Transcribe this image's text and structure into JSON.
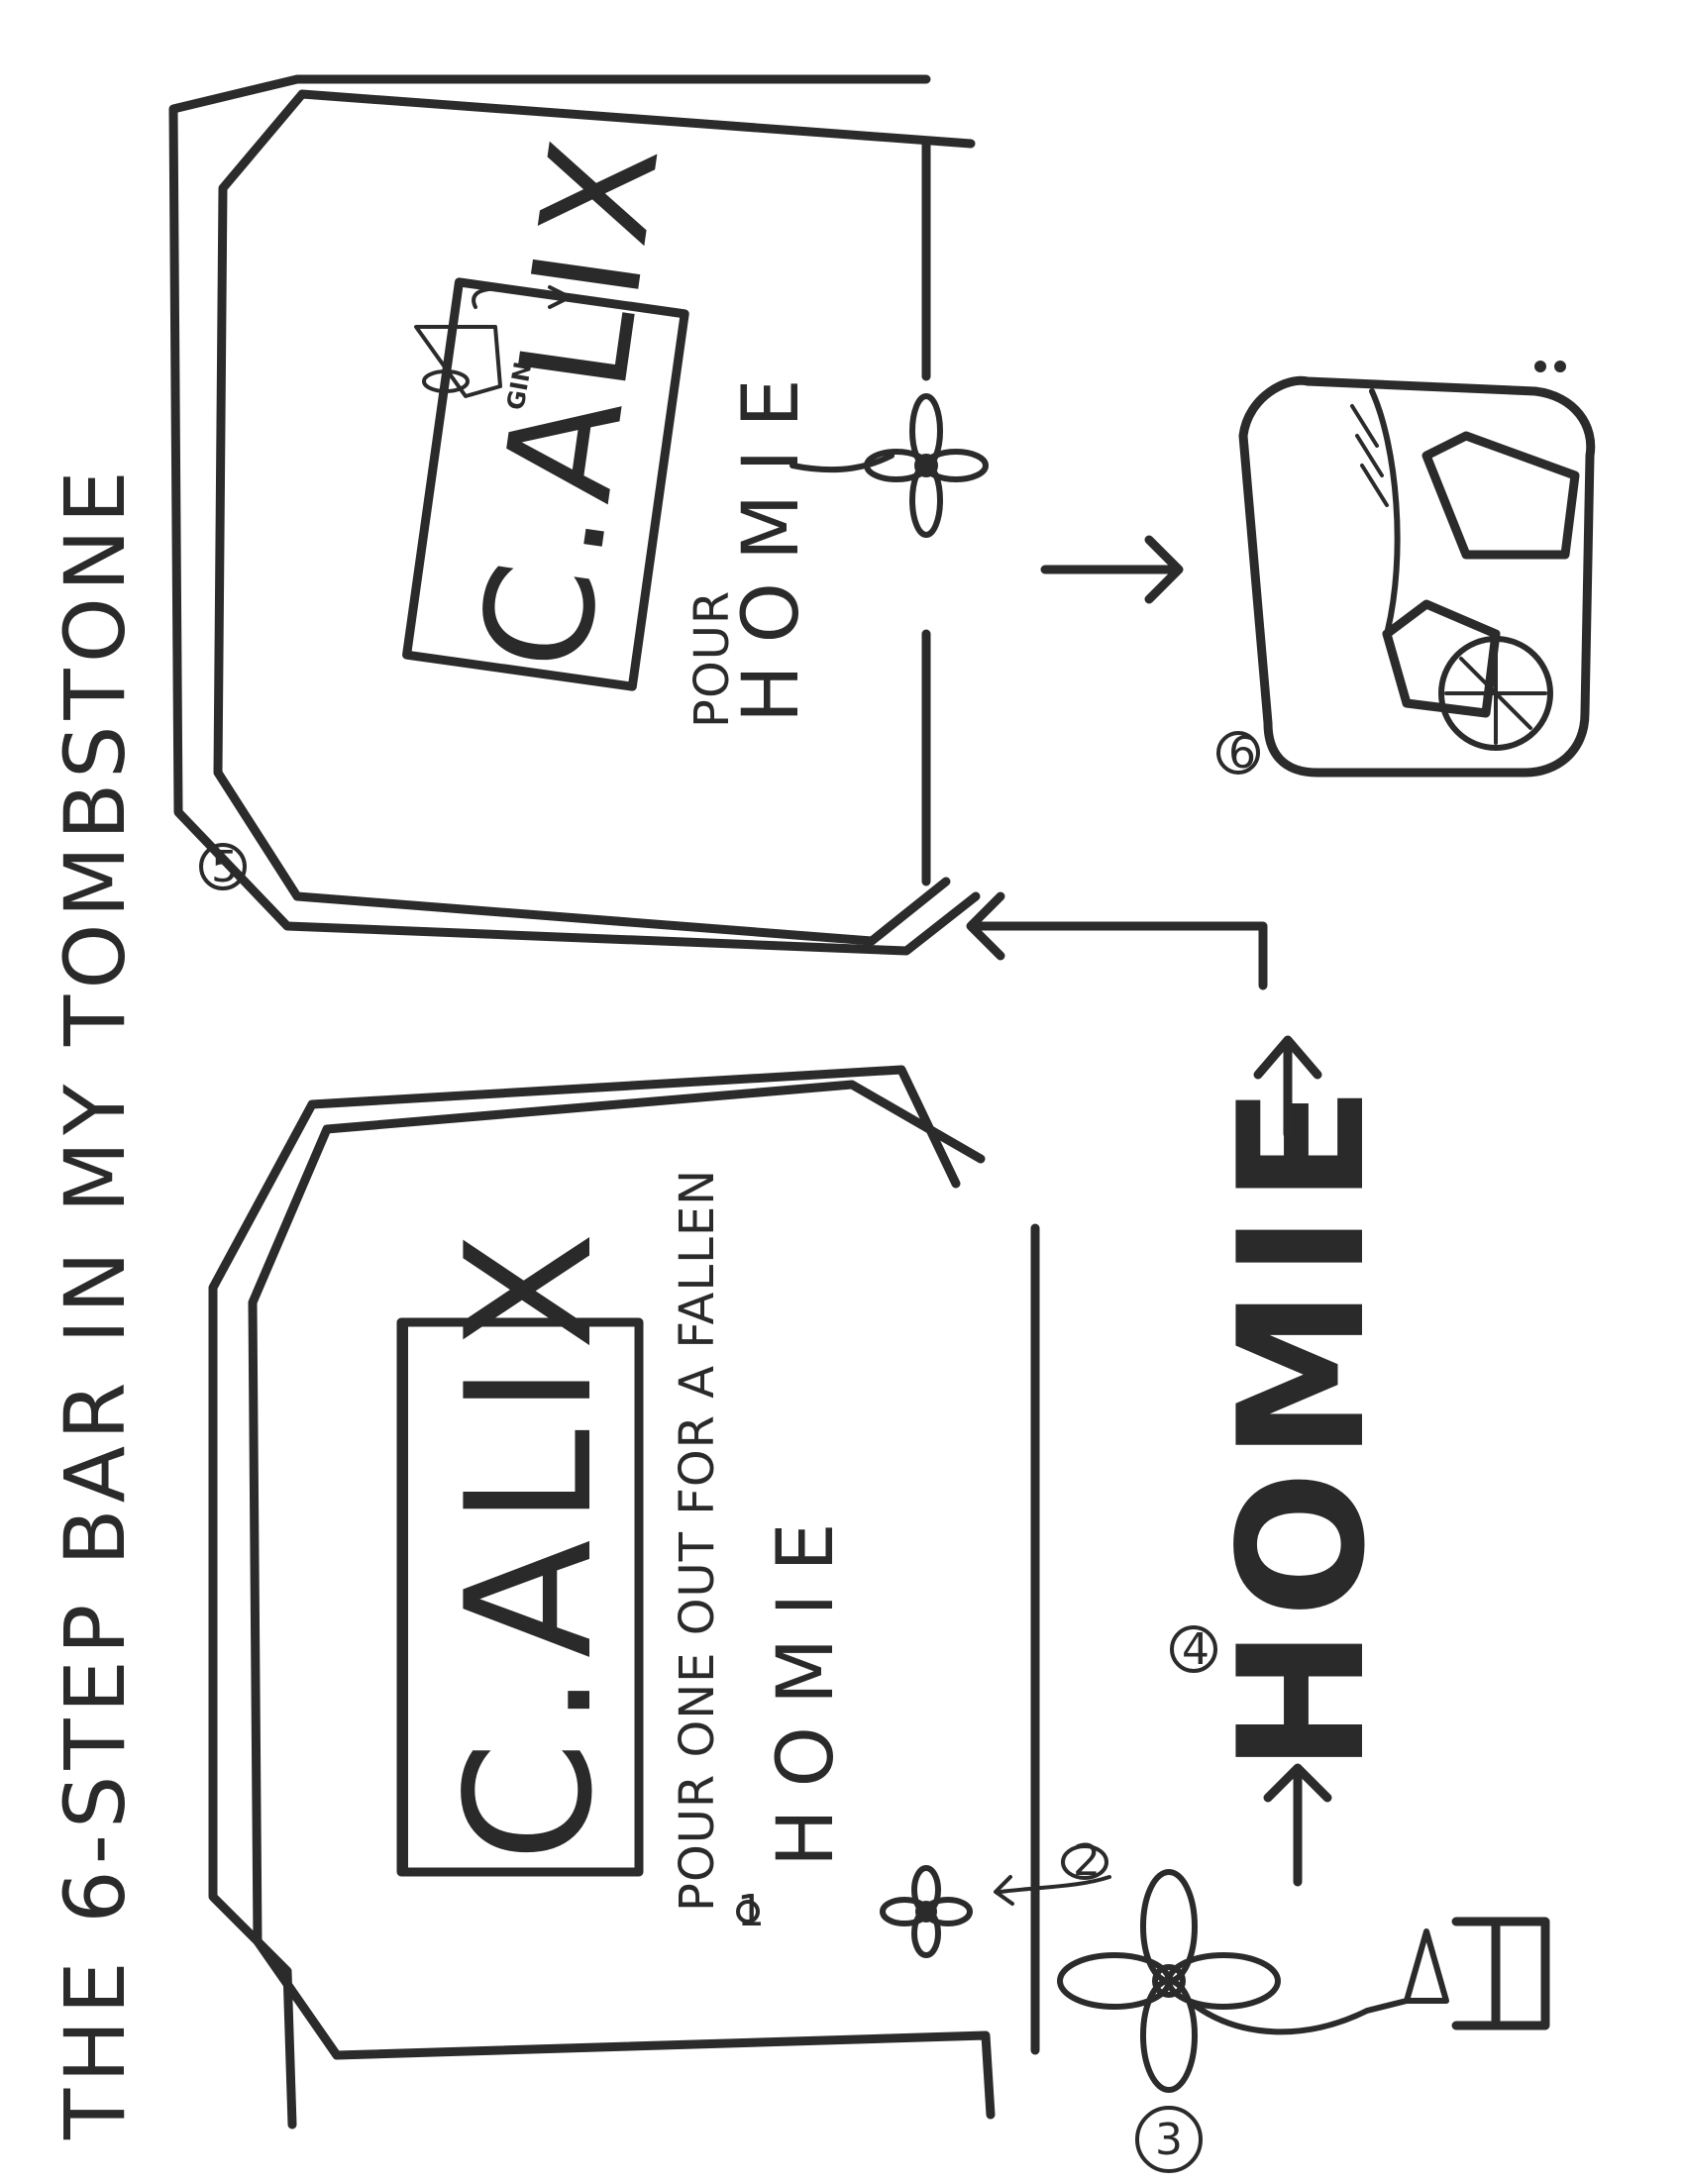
{
  "title": "THE 6-STEP BAR IN MY TOMBSTONE",
  "step_numbers": [
    "1",
    "2",
    "3",
    "4",
    "5",
    "6"
  ],
  "tombstone_left": {
    "name": "C.ALIX",
    "epitaph": "POUR ONE OUT FOR A FALLEN",
    "homie": "HOMIE"
  },
  "tombstone_right": {
    "name": "C.ALIX",
    "epitaph": "POUR",
    "homie": "HOMIE",
    "bottle_label": "GIN"
  },
  "big_word": "HOMIE",
  "colors": {
    "ink": "#2b2b2b",
    "paper": "#ffffff"
  },
  "icons": [
    "flower-icon",
    "arrow-icon",
    "glass-icon",
    "ice-cube-icon",
    "lemon-slice-icon",
    "gin-bottle-icon",
    "faucet-handle-icon"
  ]
}
